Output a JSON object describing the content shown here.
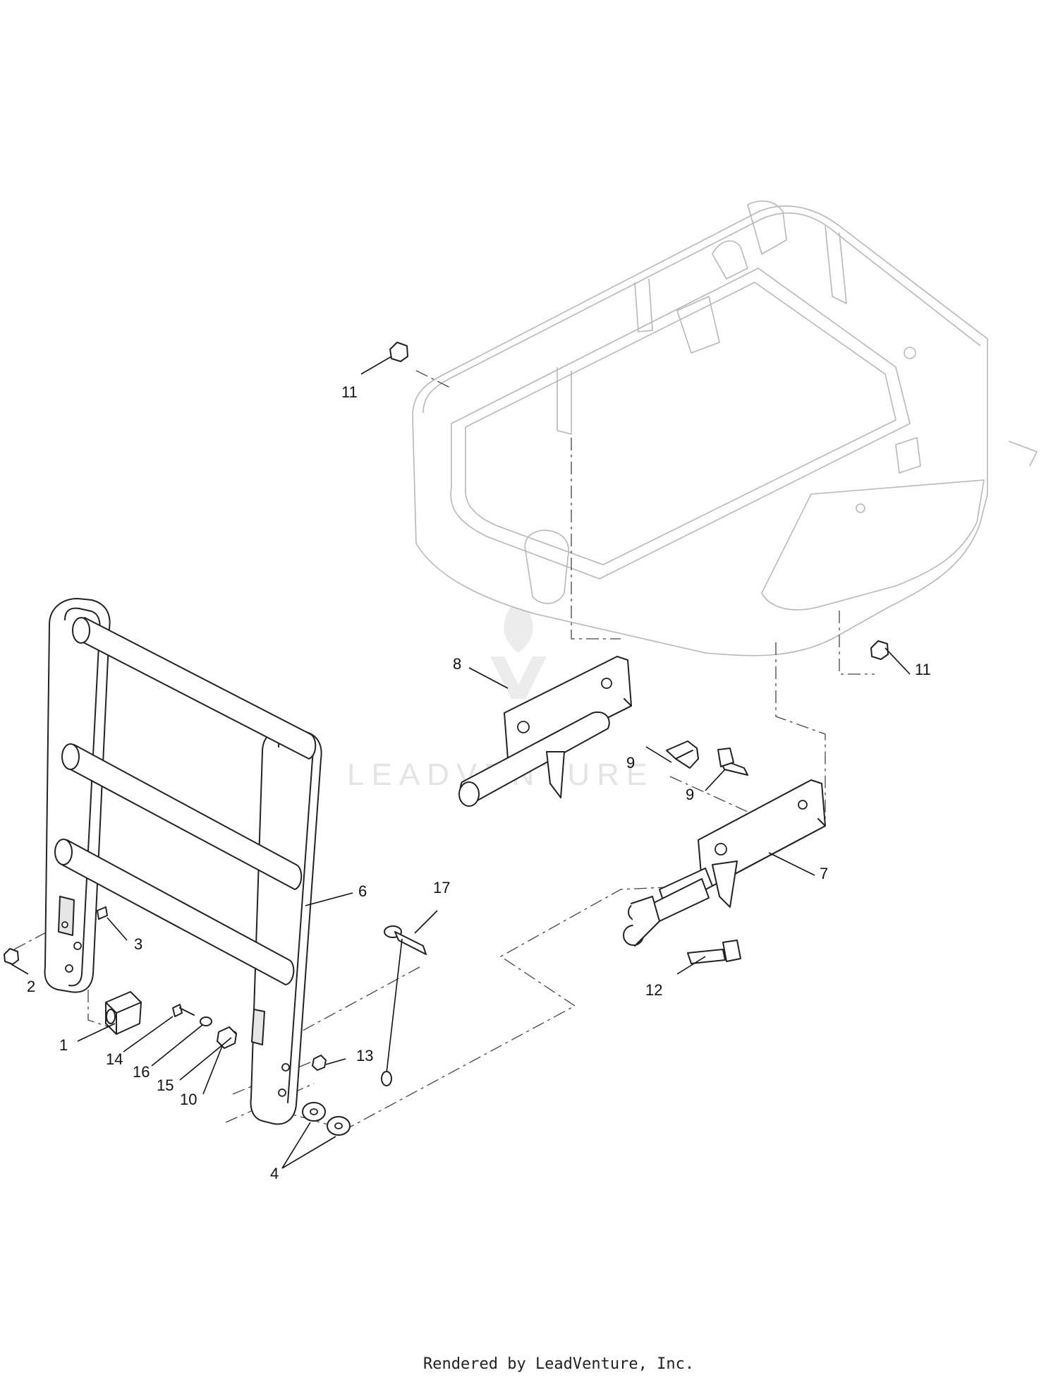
{
  "callouts": [
    {
      "id": "1",
      "label": "1"
    },
    {
      "id": "2",
      "label": "2"
    },
    {
      "id": "3",
      "label": "3"
    },
    {
      "id": "4",
      "label": "4"
    },
    {
      "id": "6",
      "label": "6"
    },
    {
      "id": "7",
      "label": "7"
    },
    {
      "id": "8",
      "label": "8"
    },
    {
      "id": "9a",
      "label": "9"
    },
    {
      "id": "9b",
      "label": "9"
    },
    {
      "id": "10",
      "label": "10"
    },
    {
      "id": "11a",
      "label": "11"
    },
    {
      "id": "11b",
      "label": "11"
    },
    {
      "id": "12",
      "label": "12"
    },
    {
      "id": "13",
      "label": "13"
    },
    {
      "id": "14",
      "label": "14"
    },
    {
      "id": "15",
      "label": "15"
    },
    {
      "id": "16",
      "label": "16"
    },
    {
      "id": "17",
      "label": "17"
    }
  ],
  "watermark": "LEADVENTURE",
  "footer": "Rendered by LeadVenture, Inc."
}
